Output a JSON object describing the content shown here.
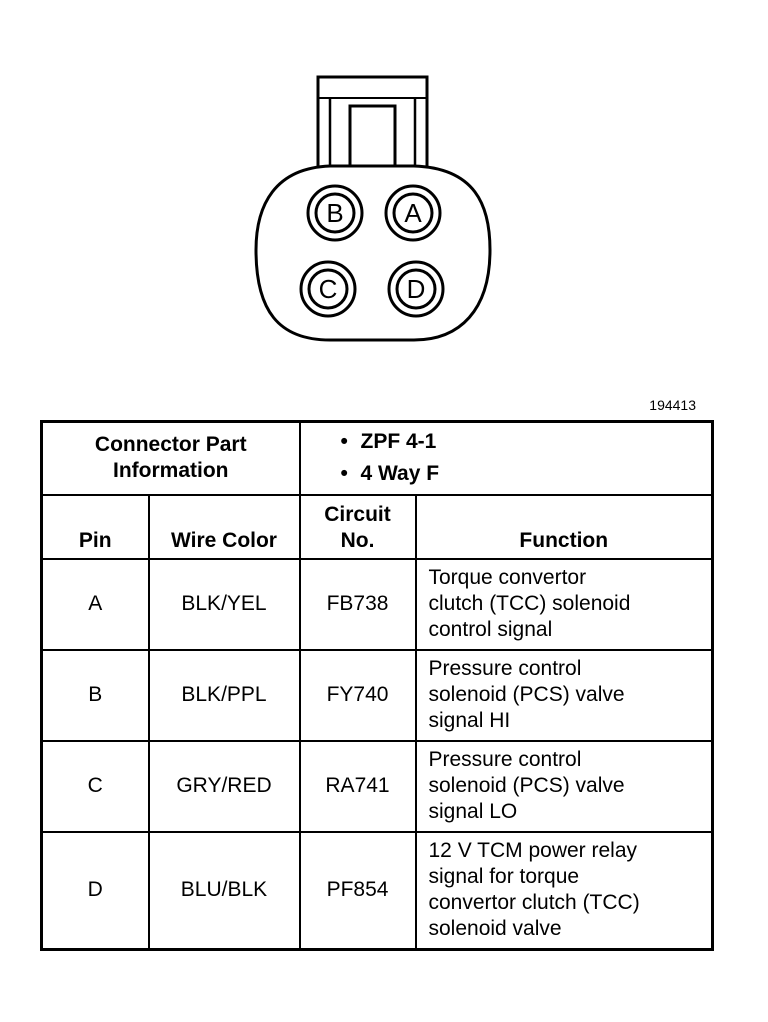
{
  "figure_id": "194413",
  "connector": {
    "pins": [
      {
        "label": "B"
      },
      {
        "label": "A"
      },
      {
        "label": "C"
      },
      {
        "label": "D"
      }
    ]
  },
  "table": {
    "part_info_label_line1": "Connector Part",
    "part_info_label_line2": "Information",
    "part_info_items": [
      "ZPF 4-1",
      "4 Way F"
    ],
    "headers": {
      "pin": "Pin",
      "wire_color": "Wire Color",
      "circuit_line1": "Circuit",
      "circuit_line2": "No.",
      "function": "Function"
    },
    "rows": [
      {
        "pin": "A",
        "wire_color": "BLK/YEL",
        "circuit": "FB738",
        "function_lines": [
          "Torque convertor",
          "clutch (TCC) solenoid",
          "control signal"
        ]
      },
      {
        "pin": "B",
        "wire_color": "BLK/PPL",
        "circuit": "FY740",
        "function_lines": [
          "Pressure control",
          "solenoid (PCS) valve",
          "signal HI"
        ]
      },
      {
        "pin": "C",
        "wire_color": "GRY/RED",
        "circuit": "RA741",
        "function_lines": [
          "Pressure control",
          "solenoid (PCS) valve",
          "signal LO"
        ]
      },
      {
        "pin": "D",
        "wire_color": "BLU/BLK",
        "circuit": "PF854",
        "function_lines": [
          "12 V TCM power relay",
          "signal for torque",
          "convertor clutch (TCC)",
          "solenoid valve"
        ]
      }
    ]
  }
}
